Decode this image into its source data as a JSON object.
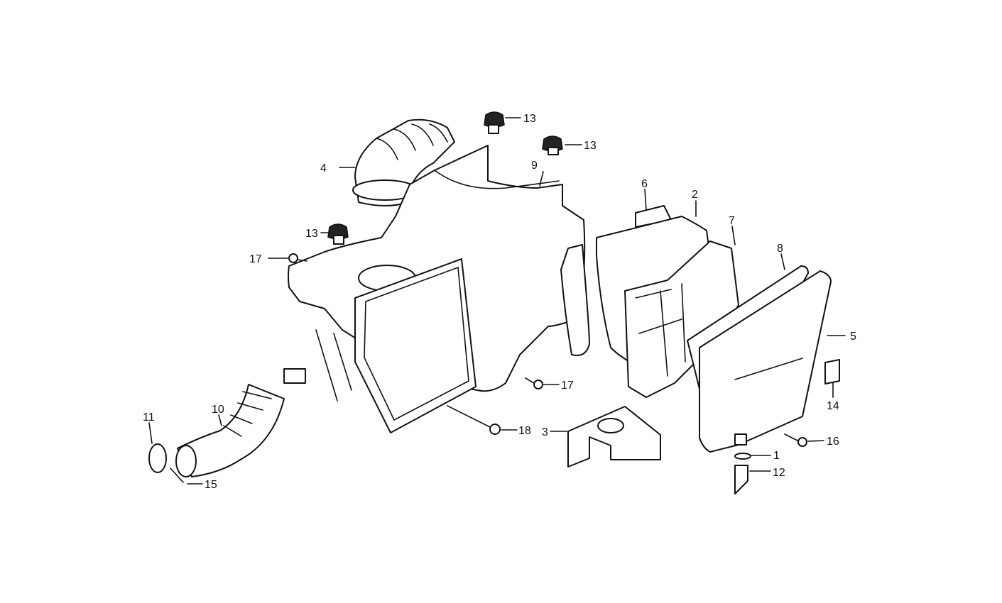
{
  "diagram": {
    "type": "exploded-parts-diagram",
    "callouts": {
      "c1": "1",
      "c2": "2",
      "c3": "3",
      "c4": "4",
      "c5": "5",
      "c6": "6",
      "c7": "7",
      "c8": "8",
      "c9": "9",
      "c10": "10",
      "c11": "11",
      "c12": "12",
      "c13a": "13",
      "c13b": "13",
      "c13c": "13",
      "c14": "14",
      "c15": "15",
      "c16": "16",
      "c17a": "17",
      "c17b": "17",
      "c18": "18"
    }
  }
}
